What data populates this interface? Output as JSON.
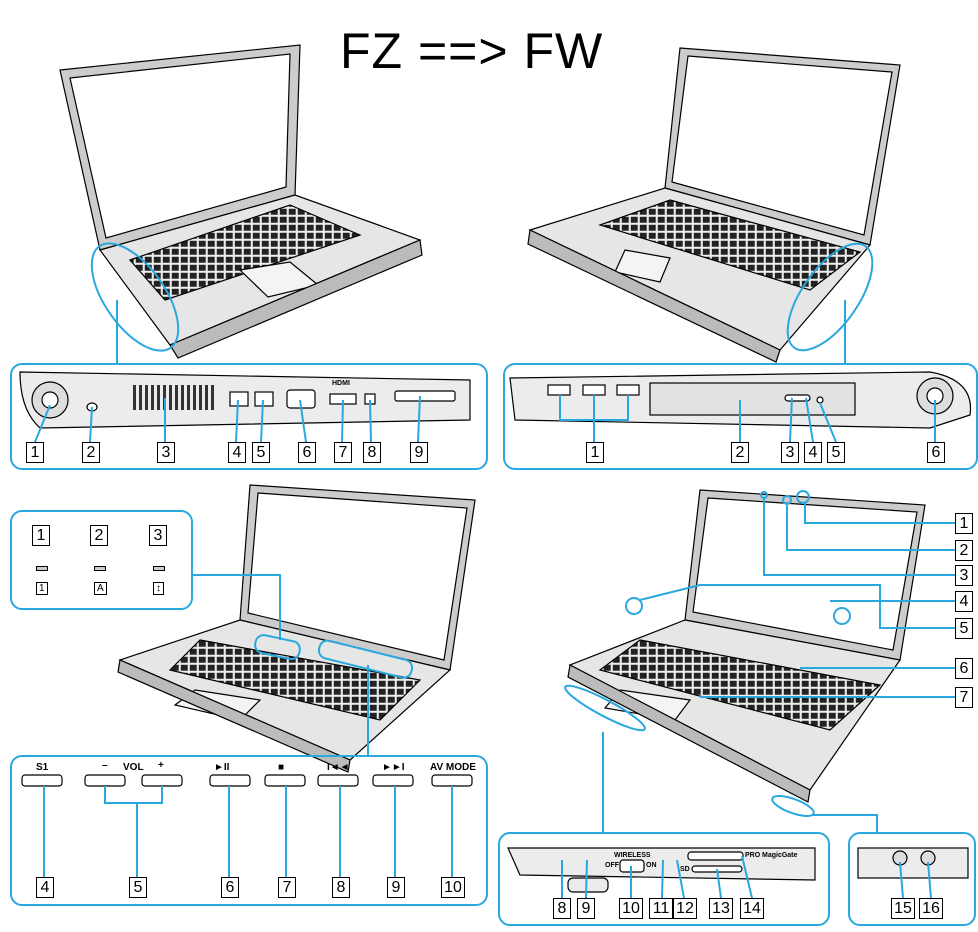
{
  "title": "FZ ==> FW",
  "left_side_panel": {
    "callouts": [
      "1",
      "2",
      "3",
      "4",
      "5",
      "6",
      "7",
      "8",
      "9"
    ],
    "port_label_hdmi": "HDMI"
  },
  "right_side_panel": {
    "callouts": [
      "1",
      "2",
      "3",
      "4",
      "5",
      "6"
    ]
  },
  "indicator_panel": {
    "callouts": [
      "1",
      "2",
      "3"
    ],
    "icons": [
      "num-lock-icon",
      "caps-lock-icon",
      "scroll-lock-icon"
    ],
    "icon_text": [
      "1",
      "A",
      "↕"
    ]
  },
  "front_callouts": [
    "1",
    "2",
    "3",
    "4",
    "5",
    "6",
    "7"
  ],
  "buttons_panel": {
    "labels": {
      "s1": "S1",
      "minus": "–",
      "vol": "VOL",
      "plus": "+",
      "play_pause": "►II",
      "stop": "■",
      "prev": "I◄◄",
      "next": "►►I",
      "av_mode": "AV MODE"
    },
    "callouts": [
      "4",
      "5",
      "6",
      "7",
      "8",
      "9",
      "10"
    ]
  },
  "front_edge_panel": {
    "labels": {
      "wireless": "WIRELESS",
      "off": "OFF",
      "on": "ON",
      "sd": "SD",
      "magicgate": "MagicGate",
      "pro": "PRO"
    },
    "callouts": [
      "8",
      "9",
      "10",
      "11",
      "12",
      "13",
      "14"
    ]
  },
  "audio_panel": {
    "callouts": [
      "15",
      "16"
    ]
  },
  "colors": {
    "accent": "#29a8e0",
    "line": "#000000",
    "body": "#d9d9d9"
  }
}
